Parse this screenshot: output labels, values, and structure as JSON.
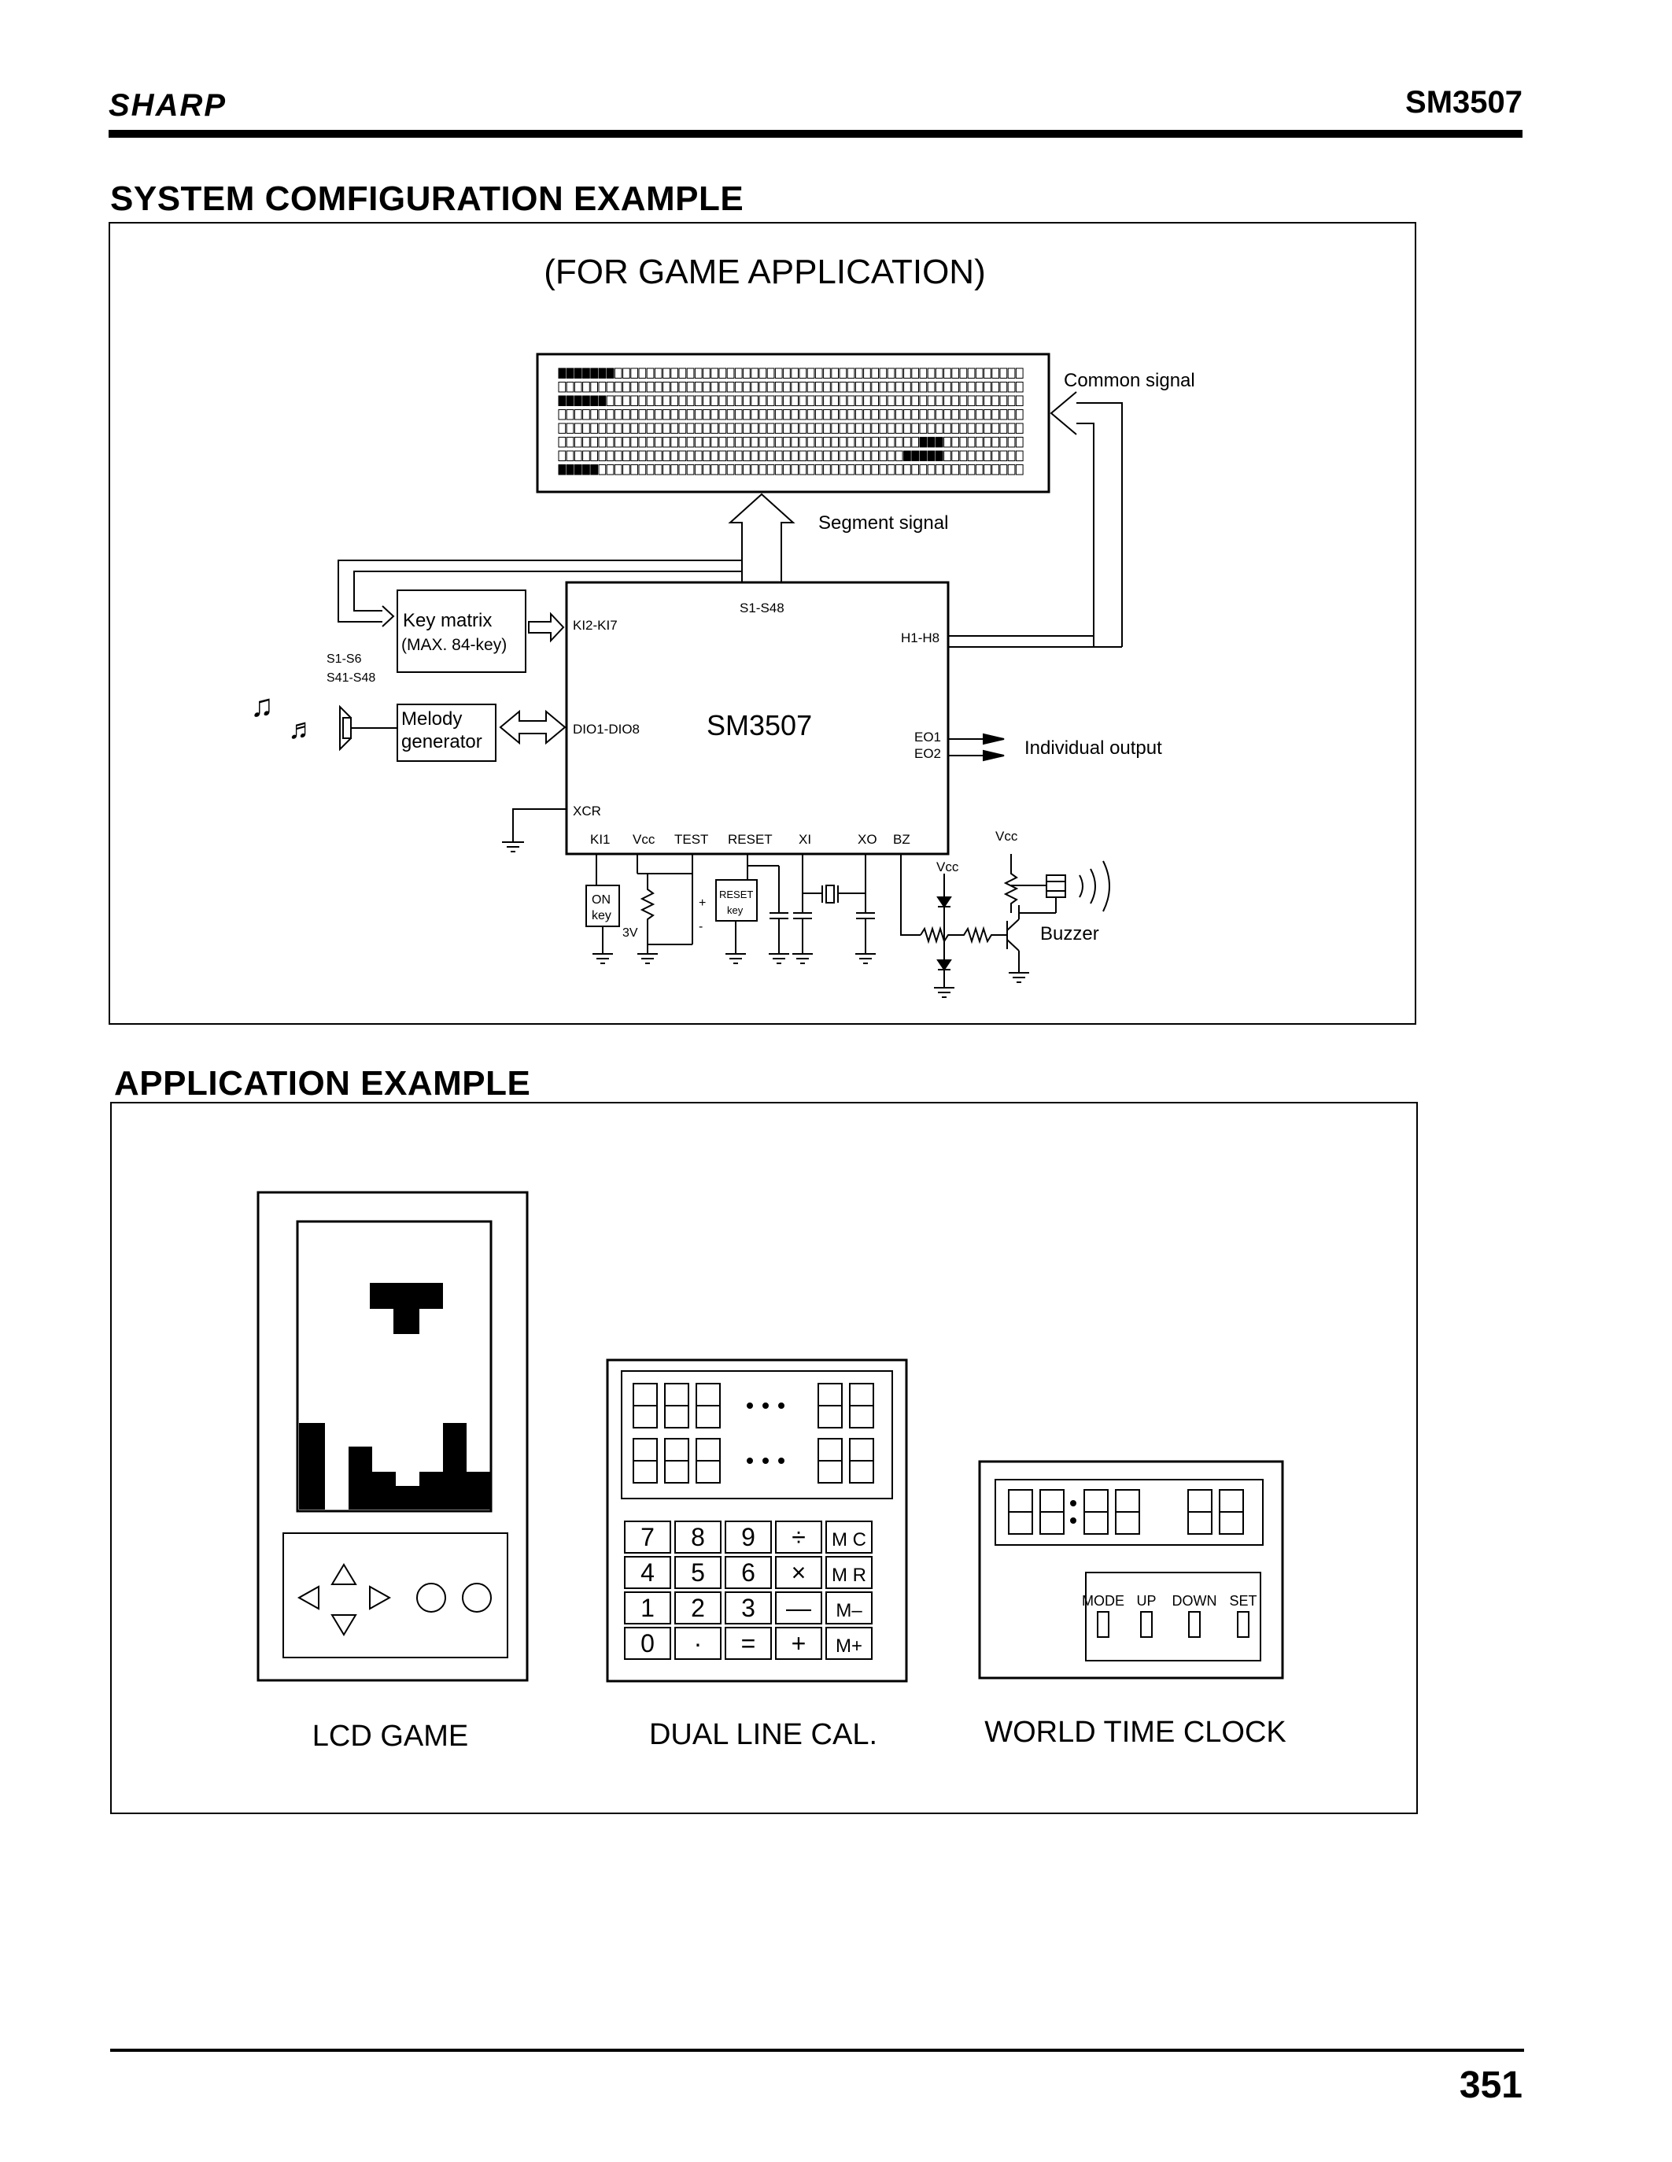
{
  "header": {
    "brand": "SHARP",
    "part_number": "SM3507"
  },
  "system_config": {
    "title": "SYSTEM COMFIGURATION EXAMPLE",
    "subtitle": "(FOR GAME APPLICATION)",
    "labels": {
      "common_signal": "Common signal",
      "segment_signal": "Segment signal",
      "s1_s48": "S1-S48",
      "ki2_ki7": "KI2-KI7",
      "h1_h8": "H1-H8",
      "key_matrix_1": "Key matrix",
      "key_matrix_2": "(MAX. 84-key)",
      "s1_s6": "S1-S6",
      "s41_s48": "S41-S48",
      "melody_1": "Melody",
      "melody_2": "generator",
      "dio": "DIO1-DIO8",
      "chip": "SM3507",
      "eo1": "EO1",
      "eo2": "EO2",
      "individual_output": "Individual output",
      "xcr": "XCR",
      "ki1": "KI1",
      "vcc": "Vcc",
      "test": "TEST",
      "reset": "RESET",
      "xi": "XI",
      "xo": "XO",
      "bz": "BZ",
      "on": "ON",
      "key": "key",
      "reset_key": "RESET",
      "three_v": "3V",
      "buzzer": "Buzzer",
      "plus": "+",
      "minus": "-"
    }
  },
  "application": {
    "title": "APPLICATION EXAMPLE",
    "captions": [
      "LCD GAME",
      "DUAL LINE CAL.",
      "WORLD TIME CLOCK"
    ],
    "calculator_keys": [
      [
        "7",
        "8",
        "9",
        "÷",
        "M C"
      ],
      [
        "4",
        "5",
        "6",
        "×",
        "M R"
      ],
      [
        "1",
        "2",
        "3",
        "—",
        "M–"
      ],
      [
        "0",
        "·",
        "=",
        "+",
        "M+"
      ]
    ],
    "clock_buttons": [
      "MODE",
      "UP",
      "DOWN",
      "SET"
    ]
  },
  "footer": {
    "page_number": "351"
  }
}
